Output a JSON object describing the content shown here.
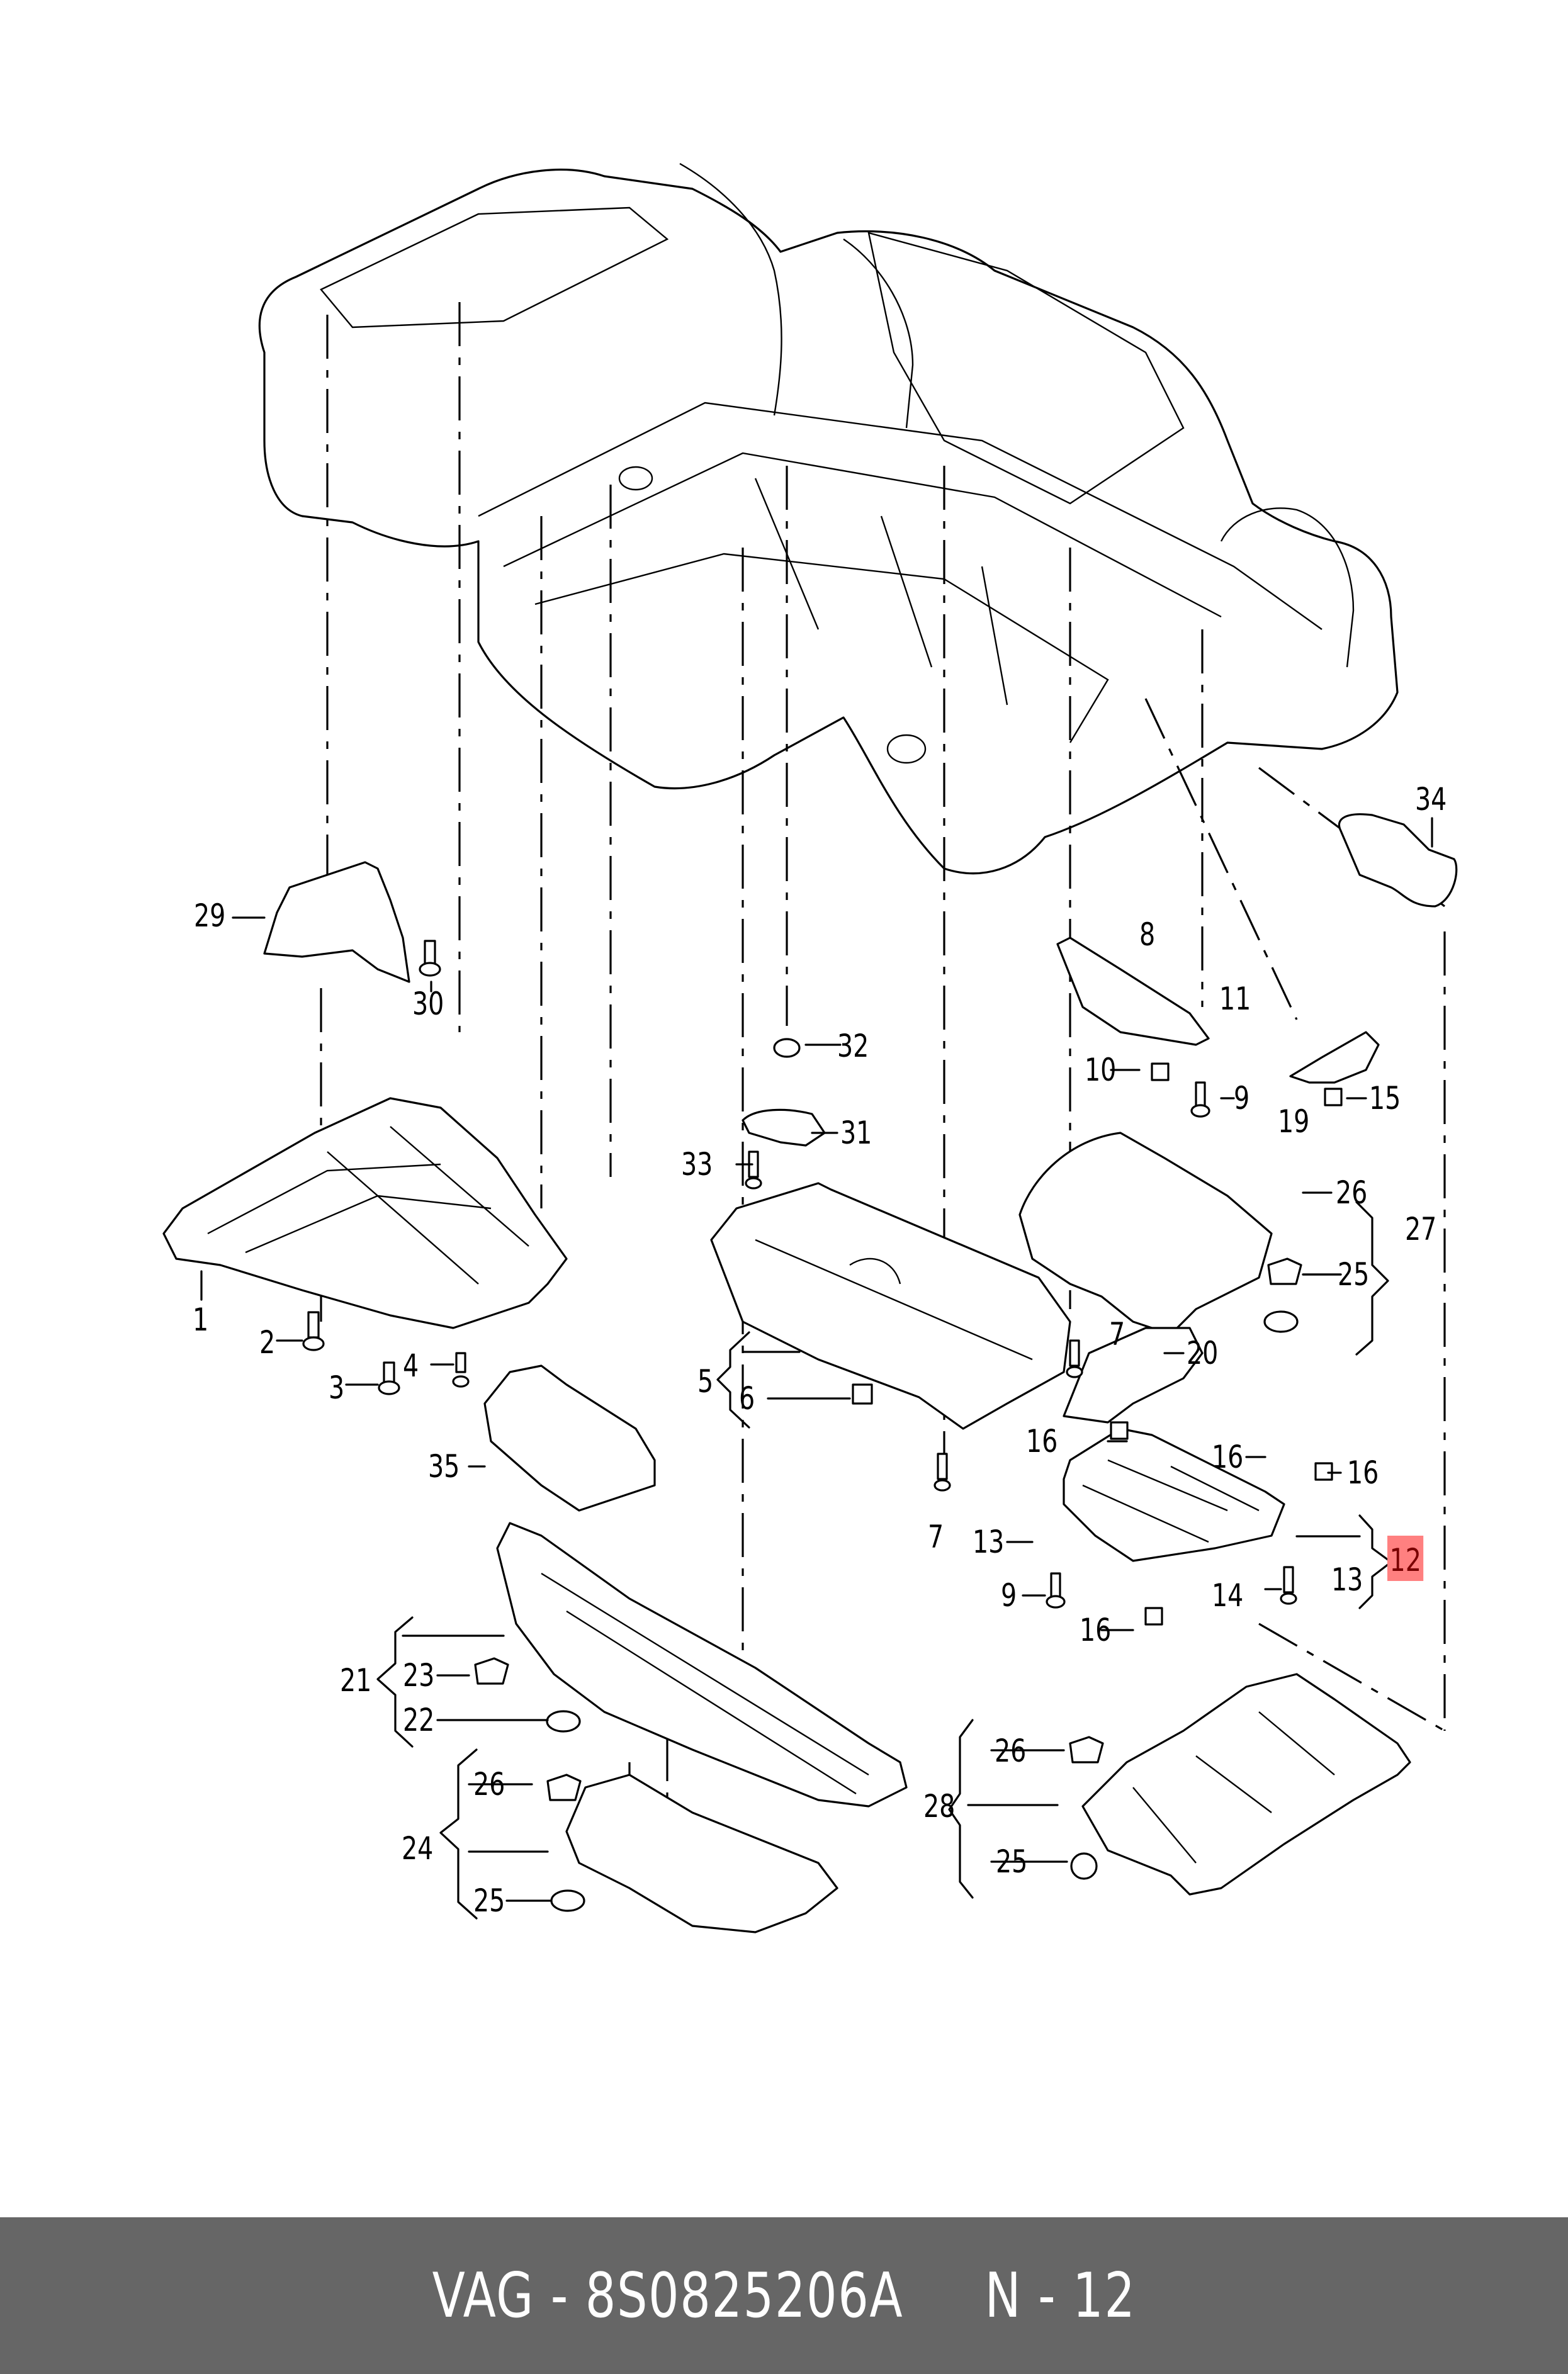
{
  "diagram": {
    "title": "Underbody trim panels exploded view",
    "highlight_color": "#ff8080",
    "highlighted_part": "12",
    "callouts": [
      {
        "id": "c1",
        "label": "1"
      },
      {
        "id": "c2",
        "label": "2"
      },
      {
        "id": "c3",
        "label": "3"
      },
      {
        "id": "c4",
        "label": "4"
      },
      {
        "id": "c5",
        "label": "5"
      },
      {
        "id": "c6",
        "label": "6"
      },
      {
        "id": "c7a",
        "label": "7"
      },
      {
        "id": "c7b",
        "label": "7"
      },
      {
        "id": "c8",
        "label": "8"
      },
      {
        "id": "c9a",
        "label": "9"
      },
      {
        "id": "c9b",
        "label": "9"
      },
      {
        "id": "c10",
        "label": "10"
      },
      {
        "id": "c11",
        "label": "11"
      },
      {
        "id": "c12",
        "label": "12"
      },
      {
        "id": "c13a",
        "label": "13"
      },
      {
        "id": "c13b",
        "label": "13"
      },
      {
        "id": "c14",
        "label": "14"
      },
      {
        "id": "c15",
        "label": "15"
      },
      {
        "id": "c16a",
        "label": "16"
      },
      {
        "id": "c16b",
        "label": "16"
      },
      {
        "id": "c16c",
        "label": "16"
      },
      {
        "id": "c16d",
        "label": "16"
      },
      {
        "id": "c19",
        "label": "19"
      },
      {
        "id": "c20",
        "label": "20"
      },
      {
        "id": "c21",
        "label": "21"
      },
      {
        "id": "c22",
        "label": "22"
      },
      {
        "id": "c23",
        "label": "23"
      },
      {
        "id": "c24",
        "label": "24"
      },
      {
        "id": "c25a",
        "label": "25"
      },
      {
        "id": "c25b",
        "label": "25"
      },
      {
        "id": "c25c",
        "label": "25"
      },
      {
        "id": "c26a",
        "label": "26"
      },
      {
        "id": "c26b",
        "label": "26"
      },
      {
        "id": "c26c",
        "label": "26"
      },
      {
        "id": "c27",
        "label": "27"
      },
      {
        "id": "c28",
        "label": "28"
      },
      {
        "id": "c29",
        "label": "29"
      },
      {
        "id": "c30",
        "label": "30"
      },
      {
        "id": "c31",
        "label": "31"
      },
      {
        "id": "c32",
        "label": "32"
      },
      {
        "id": "c33",
        "label": "33"
      },
      {
        "id": "c34",
        "label": "34"
      },
      {
        "id": "c35",
        "label": "35"
      }
    ]
  },
  "footer": {
    "brand": "VAG",
    "part_number": "8S0825206A",
    "position": "N - 12",
    "text": "VAG - 8S0825206A     N - 12",
    "background_color": "#666666"
  }
}
